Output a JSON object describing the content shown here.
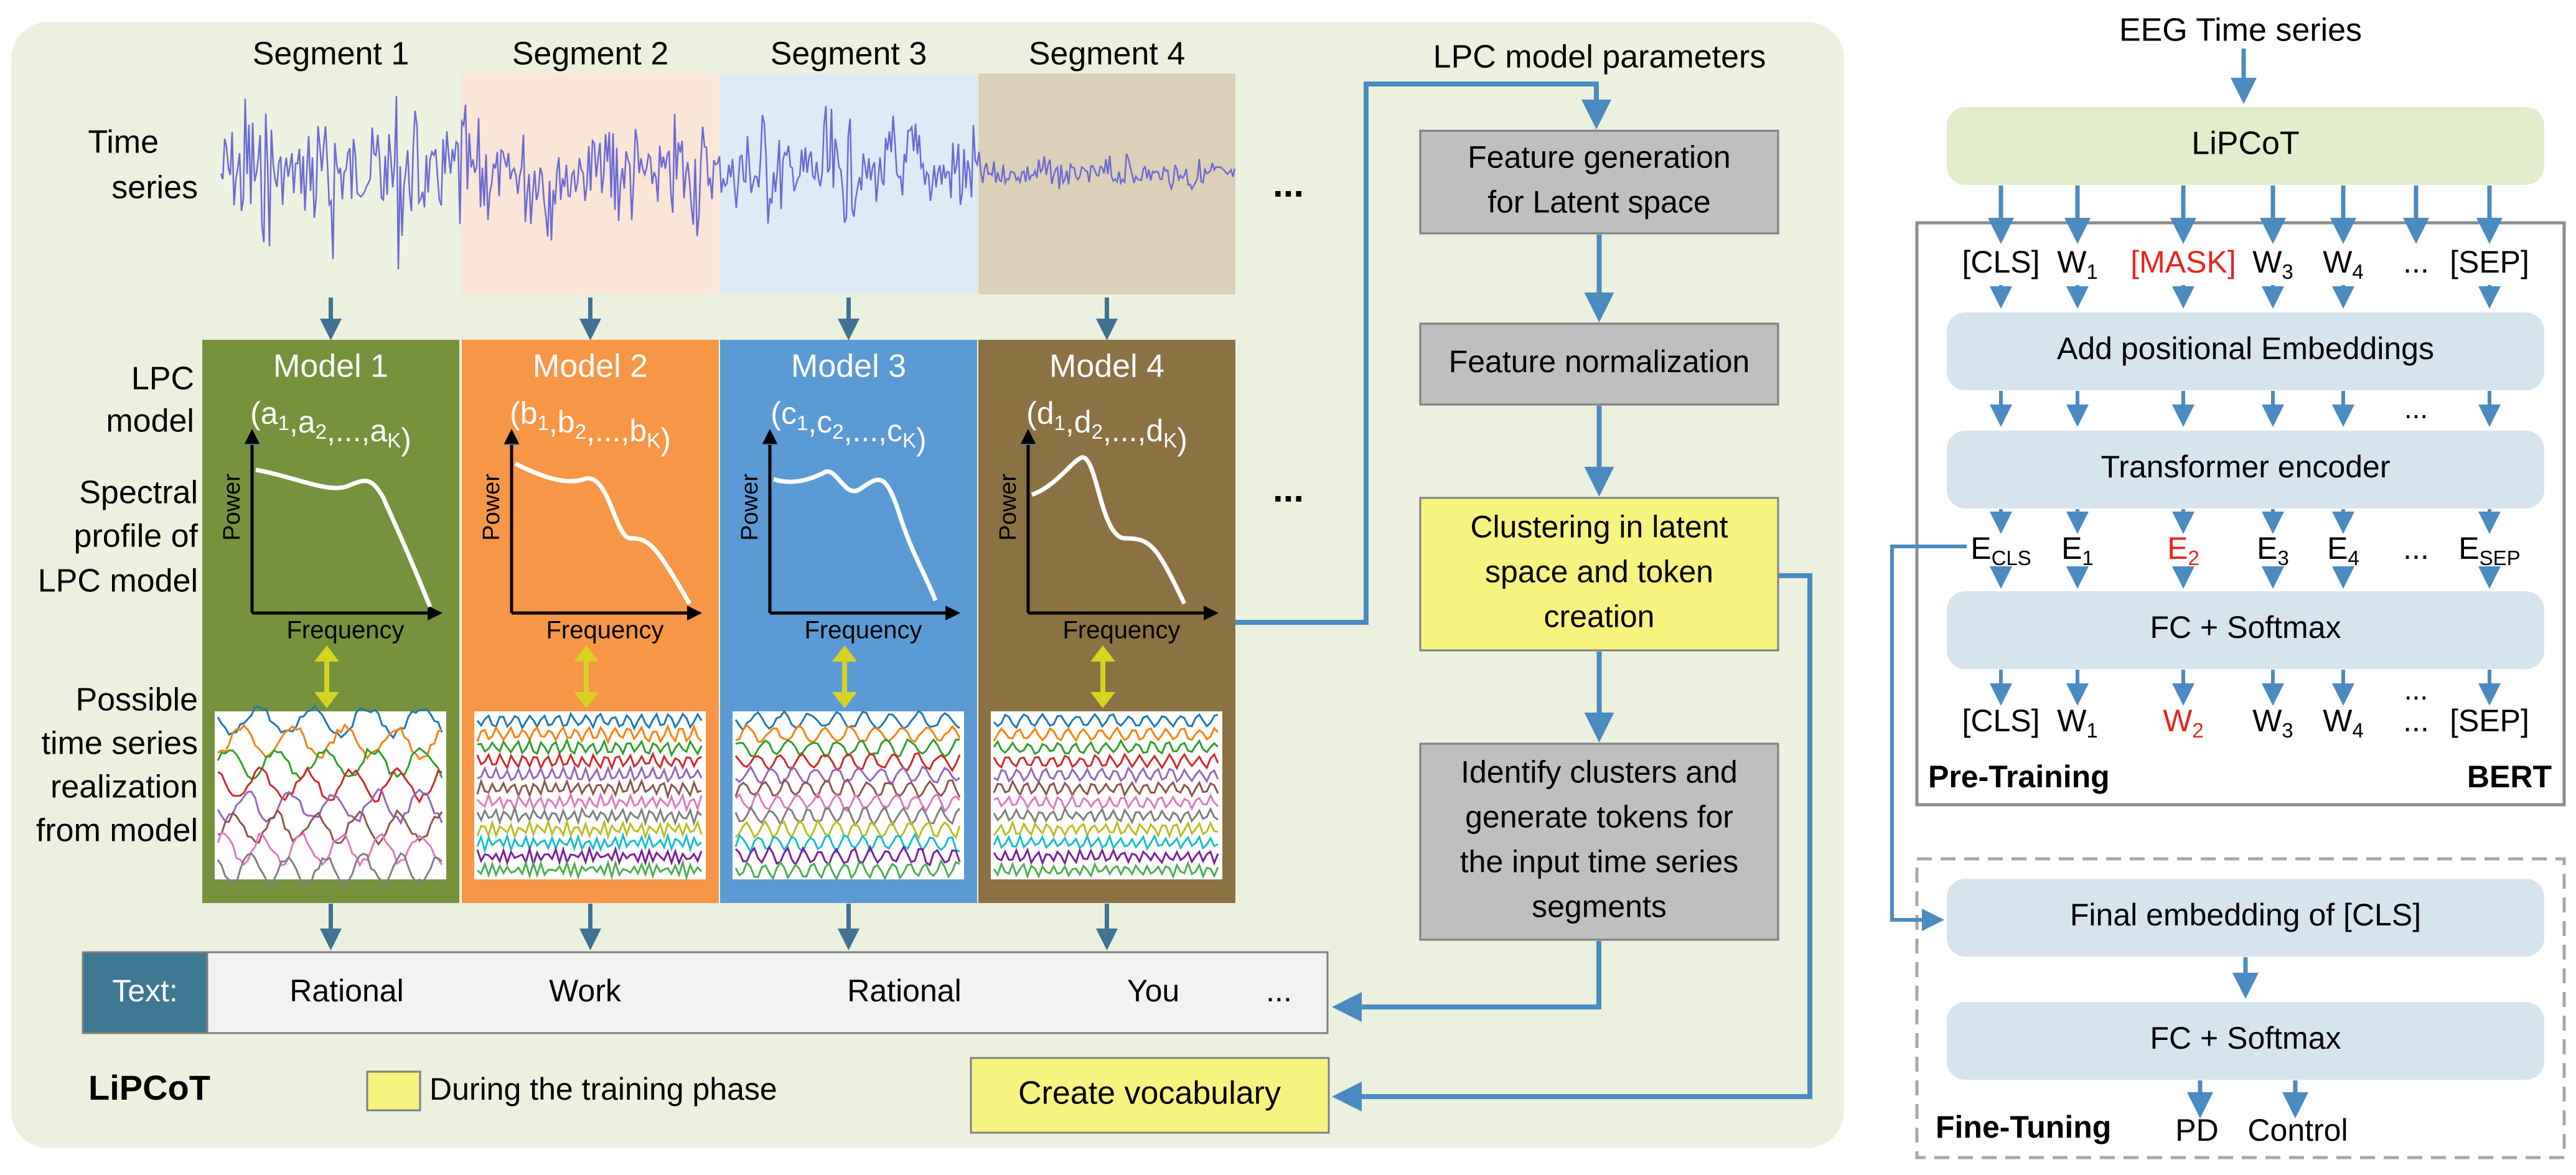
{
  "lipcot_panel": {
    "title": "LiPCoT",
    "segments": [
      "Segment 1",
      "Segment 2",
      "Segment 3",
      "Segment 4"
    ],
    "row_labels": {
      "time_series": [
        "Time",
        "series"
      ],
      "lpc_model": [
        "LPC",
        "model"
      ],
      "spectral": [
        "Spectral",
        "profile of",
        "LPC model"
      ],
      "realization": [
        "Possible",
        "time series",
        "realization",
        "from model"
      ]
    },
    "models": [
      {
        "name": "Model 1",
        "params": {
          "pre": "(",
          "sym": "a",
          "sub_k": "K",
          "sub": [
            "1",
            "2",
            "..."
          ],
          "post": ")"
        },
        "color": "#76923C",
        "tint": "#EEF2E0",
        "stripe": "#9E9E9E"
      },
      {
        "name": "Model 2",
        "params": {
          "pre": "(",
          "sym": "b",
          "sub_k": "K",
          "sub": [
            "1",
            "2",
            "..."
          ],
          "post": ")"
        },
        "color": "#F79646",
        "tint": "#FBE5D6",
        "stripe": "#9E9E9E"
      },
      {
        "name": "Model 3",
        "params": {
          "pre": "(",
          "sym": "c",
          "sub_k": "K",
          "sub": [
            "1",
            "2",
            "..."
          ],
          "post": ")"
        },
        "color": "#5B9BD5",
        "tint": "#DEEBF7",
        "stripe": "#9E9E9E"
      },
      {
        "name": "Model 4",
        "params": {
          "pre": "(",
          "sym": "d",
          "sub_k": "K",
          "sub": [
            "1",
            "2",
            "..."
          ],
          "post": ")"
        },
        "color": "#8C7242",
        "tint": "#DDD0B8",
        "stripe": "#9E9E9E"
      }
    ],
    "axis_power": "Power",
    "axis_frequency": "Frequency",
    "ellipsis": "...",
    "text_row": {
      "label": "Text:",
      "tokens": [
        "Rational",
        "Work",
        "Rational",
        "You",
        "..."
      ]
    },
    "legend_text": "During the training phase",
    "lpc_params_label": "LPC model parameters",
    "pipeline": [
      {
        "lines": [
          "Feature generation",
          "for Latent space"
        ],
        "style": "gray"
      },
      {
        "lines": [
          "Feature normalization"
        ],
        "style": "gray"
      },
      {
        "lines": [
          "Clustering in latent",
          "space and token",
          "creation"
        ],
        "style": "yellow"
      },
      {
        "lines": [
          "Identify clusters and",
          "generate tokens for",
          "the input time series",
          "segments"
        ],
        "style": "gray"
      }
    ],
    "create_vocab": "Create vocabulary"
  },
  "bert_panel": {
    "input_label": "EEG Time series",
    "lipcot_box": "LiPCoT",
    "tokens_in": [
      "[CLS]",
      "W",
      "[MASK]",
      "W",
      "W",
      "...",
      "[SEP]"
    ],
    "tokens_in_sub": [
      "",
      "1",
      "",
      "3",
      "4",
      "",
      ""
    ],
    "pos_embed": "Add positional Embeddings",
    "encoder": "Transformer encoder",
    "emb_tokens": [
      "E",
      "E",
      "E",
      "E",
      "E",
      "...",
      "E"
    ],
    "emb_sub": [
      "CLS",
      "1",
      "2",
      "3",
      "4",
      "",
      "SEP"
    ],
    "fc1": "FC + Softmax",
    "tokens_out": [
      "[CLS]",
      "W",
      "W",
      "W",
      "W",
      "...",
      "[SEP]"
    ],
    "tokens_out_sub": [
      "",
      "1",
      "2",
      "3",
      "4",
      "",
      ""
    ],
    "pretraining": "Pre-Training",
    "bert": "BERT",
    "final_emb": "Final embedding of [CLS]",
    "fc2": "FC + Softmax",
    "finetuning": "Fine-Tuning",
    "outputs": [
      "PD",
      "Control"
    ]
  },
  "colors": {
    "panel_bg": "#EBF1DE",
    "arrow_blue": "#4A8BC2",
    "arrow_dark": "#3F7294",
    "gray_box": "#BFBFBF",
    "yellow_box": "#F7F37F",
    "light_blue_box": "#D6E4EE",
    "green_box": "#E2EDCC",
    "masked_red": "#E8251F",
    "text_label_bg": "#3D7893"
  }
}
